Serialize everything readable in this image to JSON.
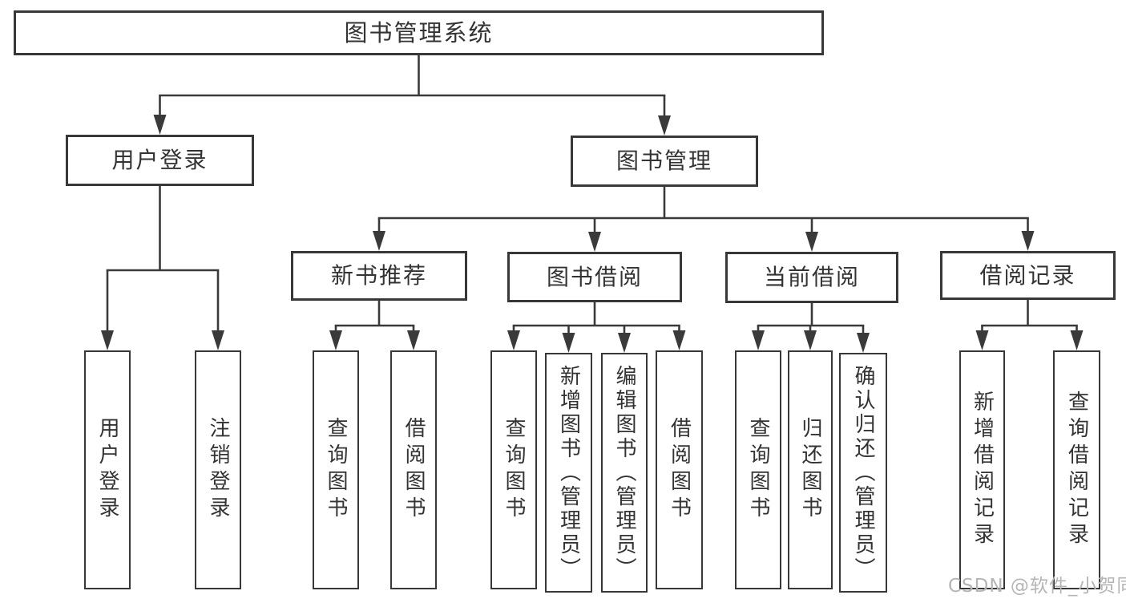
{
  "colors": {
    "line": "#3a3a3a",
    "box_border": "#383838",
    "text": "#333333",
    "watermark": "#b5b5b5",
    "background": "#ffffff"
  },
  "watermark": {
    "text": "CSDN @软件_小贺同学"
  },
  "tree": {
    "label": "图书管理系统",
    "children": [
      {
        "label": "用户登录",
        "children": [
          {
            "label": "用户登录"
          },
          {
            "label": "注销登录"
          }
        ]
      },
      {
        "label": "图书管理",
        "children": [
          {
            "label": "新书推荐",
            "children": [
              {
                "label": "查询图书"
              },
              {
                "label": "借阅图书"
              }
            ]
          },
          {
            "label": "图书借阅",
            "children": [
              {
                "label": "查询图书"
              },
              {
                "label": "新增图书（管理员）"
              },
              {
                "label": "编辑图书（管理员）"
              },
              {
                "label": "借阅图书"
              }
            ]
          },
          {
            "label": "当前借阅",
            "children": [
              {
                "label": "查询图书"
              },
              {
                "label": "归还图书"
              },
              {
                "label": "确认归还（管理员）"
              }
            ]
          },
          {
            "label": "借阅记录",
            "children": [
              {
                "label": "新增借阅记录"
              },
              {
                "label": "查询借阅记录"
              }
            ]
          }
        ]
      }
    ]
  }
}
